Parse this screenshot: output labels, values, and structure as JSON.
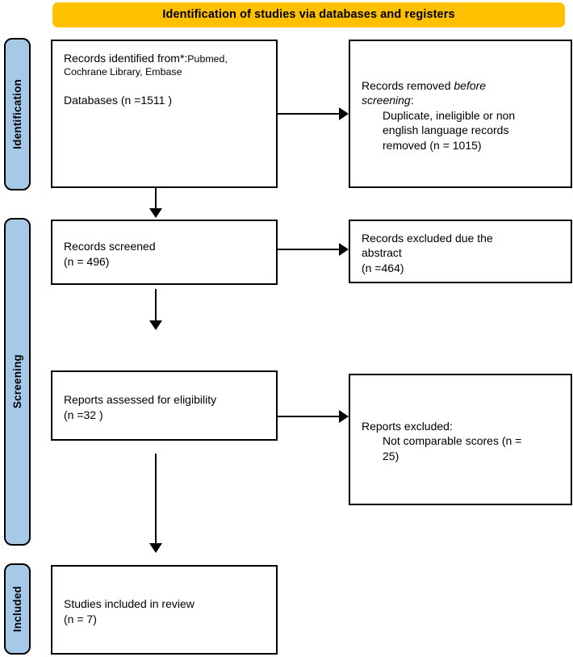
{
  "banner": {
    "title": "Identification of studies via databases and registers",
    "color": "#FFC000"
  },
  "stages": {
    "color": "#A6C9E8",
    "items": [
      {
        "key": "identification",
        "label": "Identification"
      },
      {
        "key": "screening",
        "label": "Screening"
      },
      {
        "key": "included",
        "label": "Included"
      }
    ]
  },
  "boxes": {
    "identified": {
      "line1_main": "Records identified from*:",
      "line1_sources": "Pubmed,",
      "line2_sources": "Cochrane Library, Embase",
      "line3": "Databases (n =1511 )"
    },
    "removed": {
      "line1_lead": "Records removed ",
      "line1_italic": "before",
      "line2_italic": "screening",
      "line2_tail": ":",
      "sub1": "Duplicate, ineligible or non",
      "sub2": "english language  records",
      "sub3": "removed  (n = 1015)"
    },
    "screened": {
      "line1": "Records screened",
      "line2": "(n = 496)"
    },
    "excluded_abstract": {
      "line1": "Records excluded due the",
      "line2": "abstract",
      "line3": "(n =464)"
    },
    "assessed": {
      "line1": "Reports assessed for eligibility",
      "line2": "(n =32 )"
    },
    "excluded_reports": {
      "line1": "Reports excluded:",
      "sub1": "Not comparable scores (n =",
      "sub2": "25)"
    },
    "included": {
      "line1": "Studies included in review",
      "line2": "(n = 7)"
    }
  },
  "connectors": [
    {
      "key": "ident-removed",
      "from": "identified",
      "to": "removed",
      "direction": "right"
    },
    {
      "key": "ident-screened",
      "from": "identified",
      "to": "screened",
      "direction": "down"
    },
    {
      "key": "screened-excluded",
      "from": "screened",
      "to": "excluded_abstract",
      "direction": "right"
    },
    {
      "key": "screened-assessed",
      "from": "screened",
      "to": "assessed",
      "direction": "down"
    },
    {
      "key": "assessed-excluded",
      "from": "assessed",
      "to": "excluded_reports",
      "direction": "right"
    },
    {
      "key": "assessed-included",
      "from": "assessed",
      "to": "included",
      "direction": "down"
    }
  ]
}
